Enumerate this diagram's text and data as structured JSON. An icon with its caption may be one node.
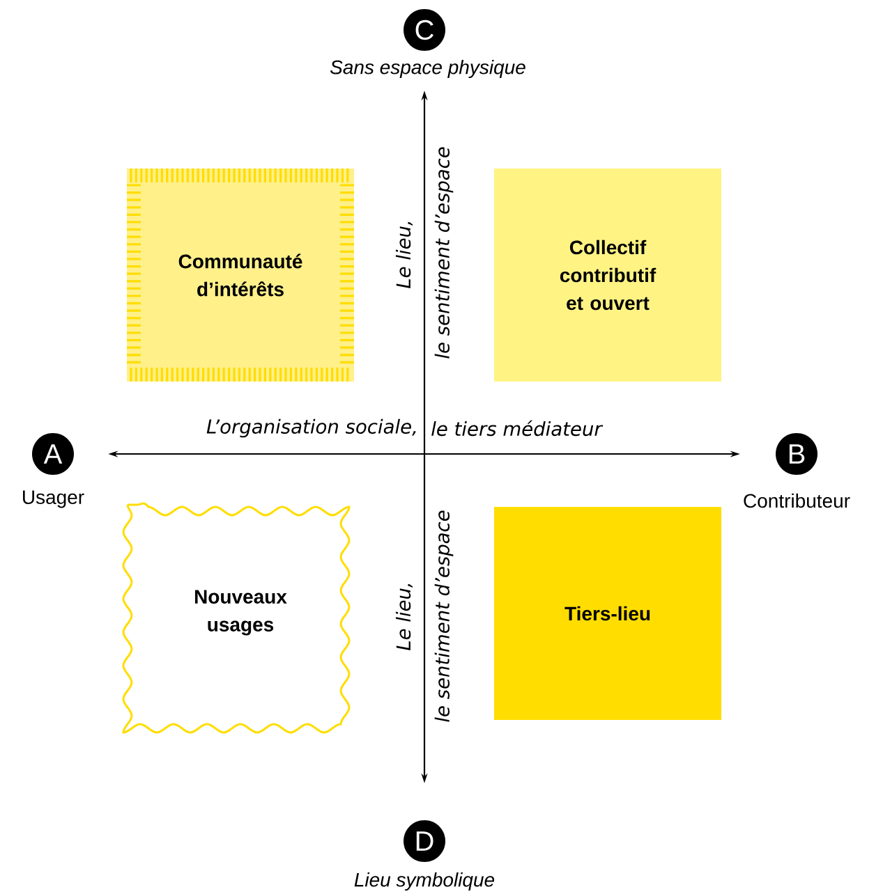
{
  "diagram": {
    "nodes": [
      {
        "text": [
          "C"
        ],
        "beside": [
          "Sans espace physique"
        ]
      },
      {
        "text": [
          "Communauté d’intérêts"
        ]
      },
      {
        "text": [
          "Collectif contributif et ouvert"
        ]
      },
      {
        "text": [
          "A"
        ],
        "beside": [
          "Usager"
        ]
      },
      {
        "text": [
          "B"
        ],
        "beside": [
          "Contributeur"
        ]
      },
      {
        "text": [
          "Nouveaux usages"
        ]
      },
      {
        "text": [
          "Tiers-lieu"
        ]
      },
      {
        "text": [
          "D"
        ],
        "beside": [
          "Lieu symbolique"
        ]
      }
    ],
    "edges": [
      {
        "from": 7,
        "to": 0,
        "arrow": "both"
      },
      {
        "from": 3,
        "to": 4,
        "arrow": "both"
      }
    ],
    "labels": [
      "Le lieu,",
      "le sentiment d’espace",
      "L’organisation sociale,",
      "le tiers médiateur",
      "Le lieu,",
      "le sentiment d’espace"
    ]
  }
}
